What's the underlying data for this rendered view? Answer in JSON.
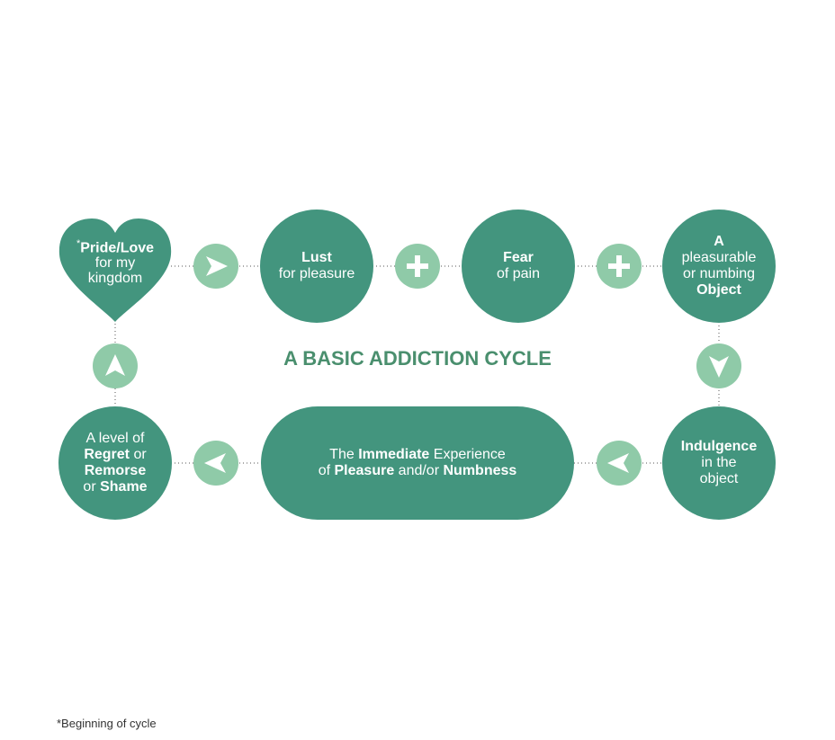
{
  "title": "A BASIC ADDICTION CYCLE",
  "footnote": "*Beginning of cycle",
  "colors": {
    "node": "#43957e",
    "connector": "#8fcaa8",
    "title": "#4a8f6e"
  },
  "nodes": {
    "pride": {
      "star": "*",
      "bold": "Pride/Love",
      "l2": "for my",
      "l3": "kingdom"
    },
    "lust": {
      "bold": "Lust",
      "l2": "for pleasure"
    },
    "fear": {
      "bold": "Fear",
      "l2": "of pain"
    },
    "object": {
      "bold1": "A",
      "l2": "pleasurable",
      "l3": "or numbing",
      "bold4": "Object"
    },
    "indulgence": {
      "bold": "Indulgence",
      "l2": "in the",
      "l3": "object"
    },
    "experience": {
      "a": "The ",
      "b": "Immediate",
      "c": " Experience",
      "d": "of ",
      "e": "Pleasure",
      "f": " and/or ",
      "g": "Numbness"
    },
    "regret": {
      "l1": "A level of",
      "b2": "Regret",
      "l2": " or",
      "b3": "Remorse",
      "l4": "or ",
      "b4": "Shame"
    }
  },
  "connectors": [
    "arrow-right-icon",
    "plus-icon",
    "plus-icon",
    "arrow-down-icon",
    "arrow-left-icon",
    "arrow-left-icon",
    "arrow-up-icon"
  ]
}
